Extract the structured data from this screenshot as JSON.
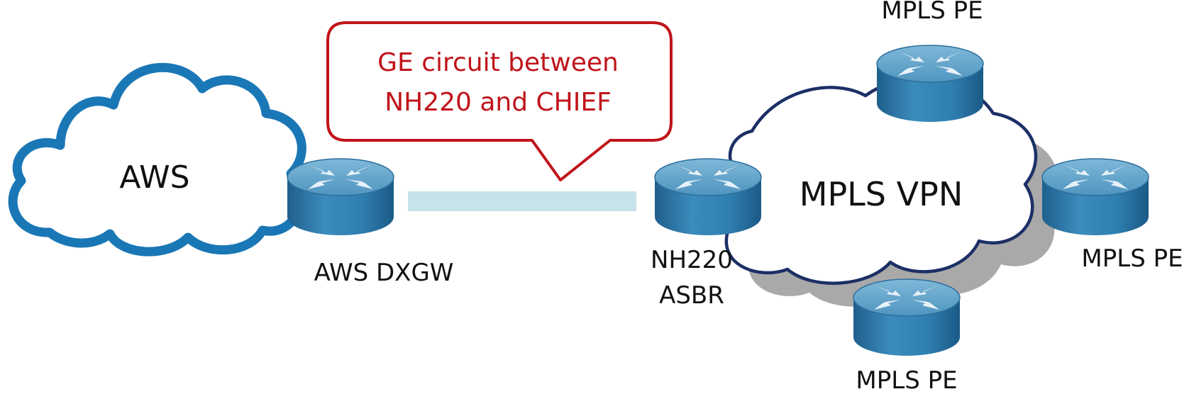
{
  "clouds": {
    "aws": {
      "label": "AWS"
    },
    "mpls": {
      "label": "MPLS VPN"
    }
  },
  "callout": {
    "line1": "GE circuit between",
    "line2": "NH220 and CHIEF"
  },
  "routers": {
    "aws_dxgw": {
      "label": "AWS DXGW"
    },
    "nh220_asbr": {
      "line1": "NH220",
      "line2": "ASBR"
    },
    "pe_top": {
      "label": "MPLS PE"
    },
    "pe_right": {
      "label": "MPLS PE"
    },
    "pe_bottom": {
      "label": "MPLS PE"
    }
  },
  "colors": {
    "aws_cloud_stroke": "#1a77b6",
    "mpls_cloud_stroke": "#1c2f66",
    "callout_stroke": "#c0141a",
    "callout_text": "#c0141a",
    "circuit_link": "#c7e2e8",
    "router_body": "#2a7eb0",
    "router_top": "#5b9fc6"
  },
  "icons": {
    "router": "router-icon"
  }
}
